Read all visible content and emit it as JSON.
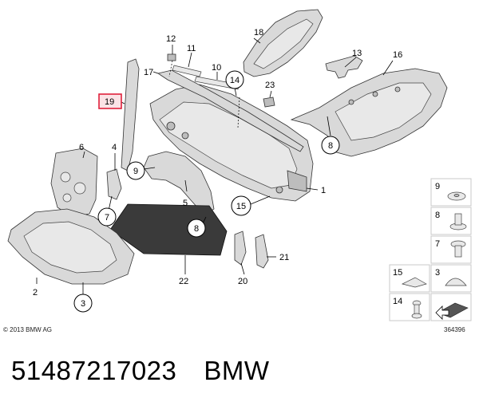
{
  "callouts": {
    "c1": "1",
    "c2": "2",
    "c3": "3",
    "c4": "4",
    "c5": "5",
    "c6": "6",
    "c7": "7",
    "c8a": "8",
    "c8b": "8",
    "c9": "9",
    "c10": "10",
    "c11": "11",
    "c12": "12",
    "c13": "13",
    "c14": "14",
    "c15": "15",
    "c16": "16",
    "c17": "17",
    "c18": "18",
    "c19": "19",
    "c20": "20",
    "c21": "21",
    "c22": "22",
    "c23": "23"
  },
  "legend": {
    "l9": "9",
    "l8": "8",
    "l7": "7",
    "l15": "15",
    "l3": "3",
    "l14": "14"
  },
  "copyright": "© 2013 BMW AG",
  "diagram_id": "364396",
  "caption": {
    "part_number": "51487217023",
    "brand": "BMW"
  },
  "colors": {
    "highlight": "#e0213c",
    "highlight_fill": "#fbe3e6"
  }
}
